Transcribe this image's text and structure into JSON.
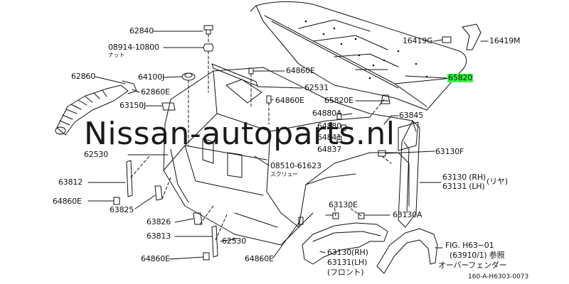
{
  "watermark": "Nissan-autoparts.nl",
  "diagram_code": "160-A-H6303-0073",
  "labels": {
    "l62840": "62840",
    "l08914": "08914-10800",
    "l08914_jp": "ナット",
    "l62860": "62860",
    "l64100j": "64100J",
    "l62860e": "62860E",
    "l63150j": "63150J",
    "l64860e_top": "64860E",
    "l62531": "62531",
    "l64860e_mid": "64860E",
    "l16419g": "16419G",
    "l16419m": "16419M",
    "l65820": "65820",
    "l65820e": "65820E",
    "l64880a": "64880A",
    "l63845": "63845",
    "l64880": "64880",
    "l64841": "64841",
    "l64837": "64837",
    "l63130f": "63130F",
    "l62530_left": "62530",
    "l08510": "08510-61623",
    "l08510_jp": "スクリュー",
    "l63130rh": "63130 (RH)",
    "l63131lh": "63131 (LH)",
    "l_riya": "(リヤ)",
    "l63812": "63812",
    "l64860e_l": "64860E",
    "l63825": "63825",
    "l63130e": "63130E",
    "l63130a": "63130A",
    "l63826": "63826",
    "l63813": "63813",
    "l62530_b": "62530",
    "l64860e_b1": "64860E",
    "l64860e_b2": "64860E",
    "l63130rh_b": "63130(RH)",
    "l63131lh_b": "63131(LH)",
    "l_front": "(フロント)",
    "l_fig": "FIG. H63−01",
    "l_fig2": "(63910/1) 参照",
    "l_overfender": "オーバーフェンダー"
  },
  "colors": {
    "line": "#111111",
    "highlight": "#2eff3a"
  }
}
